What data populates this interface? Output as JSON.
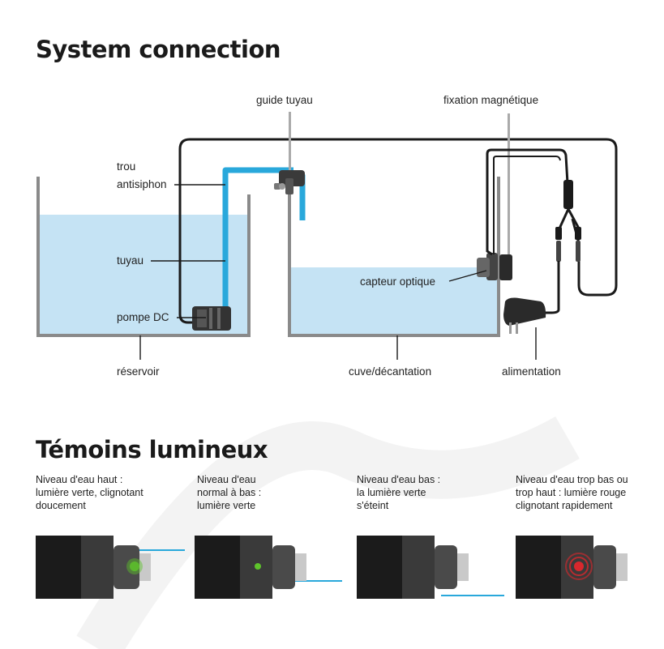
{
  "section1": {
    "title": "System connection",
    "labels": {
      "guide": "guide tuyau",
      "fixation": "fixation magnétique",
      "trou_line1": "trou",
      "trou_line2": "antisiphon",
      "tuyau": "tuyau",
      "capteur": "capteur optique",
      "pompe": "pompe DC",
      "reservoir": "réservoir",
      "cuve": "cuve/décantation",
      "alimentation": "alimentation"
    }
  },
  "section2": {
    "title": "Témoins lumineux",
    "indicators": [
      {
        "lines": [
          "Niveau d'eau haut :",
          "lumière verte, clignotant",
          "doucement"
        ],
        "light": "green-blinking",
        "color": "#5ec42b"
      },
      {
        "lines": [
          "Niveau d'eau",
          "normal à bas :",
          "lumière verte"
        ],
        "light": "green",
        "color": "#5ec42b"
      },
      {
        "lines": [
          "Niveau d'eau bas :",
          "la lumière verte",
          "s'éteint"
        ],
        "light": "off",
        "color": "#000000"
      },
      {
        "lines": [
          "Niveau d'eau trop bas ou",
          "trop haut : lumière rouge",
          "clignotant rapidement"
        ],
        "light": "red-blinking",
        "color": "#d8282d"
      }
    ]
  },
  "colors": {
    "water": "#c5e3f4",
    "hose": "#29a8db",
    "tank_wall": "#8a8a8a",
    "cable": "#1a1a1a"
  }
}
